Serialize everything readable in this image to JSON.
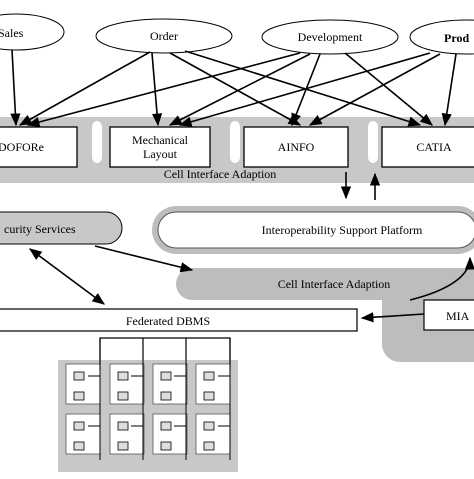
{
  "departments": [
    "Sales",
    "Order",
    "Development",
    "Prod"
  ],
  "tools": [
    "DOFORe",
    "Mechanical",
    "Layout",
    "AINFO",
    "CATIA"
  ],
  "cell_interface_top": "Cell Interface Adaption",
  "security_services": "curity Services",
  "interop_platform": "Interoperability Support Platform",
  "cell_interface_bottom": "Cell Interface Adaption",
  "federated_dbms": "Federated DBMS",
  "mia": "MIA",
  "colors": {
    "line": "#000000",
    "gray_band": "#c8c8c8",
    "gray_dark": "#bdbdbd",
    "box_fill": "#ffffff"
  }
}
